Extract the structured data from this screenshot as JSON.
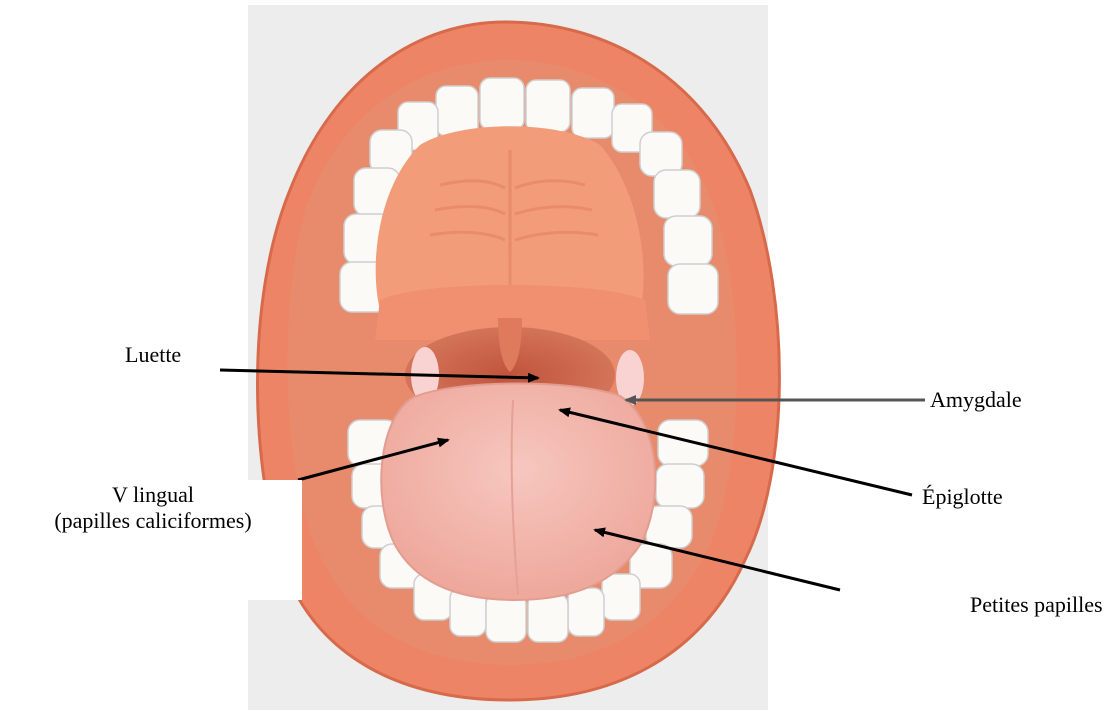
{
  "labels": {
    "luette": "Luette",
    "amygdale": "Amygdale",
    "v_lingual_line1": "V lingual",
    "v_lingual_line2": "(papilles caliciformes)",
    "epiglotte": "Épiglotte",
    "petites_papilles": "Petites papilles"
  },
  "colors": {
    "background_panel": "#ededed",
    "lip": "#ee8466",
    "lip_shadow": "#d86a4c",
    "mouth_interior": "#e88a6c",
    "palate": "#f29c79",
    "throat": "#b8553e",
    "tongue": "#f1b3a8",
    "teeth": "#fbfaf6",
    "tonsil": "#f8d3d2",
    "arrow": "#000000"
  },
  "icons": [
    "arrow-icon"
  ]
}
